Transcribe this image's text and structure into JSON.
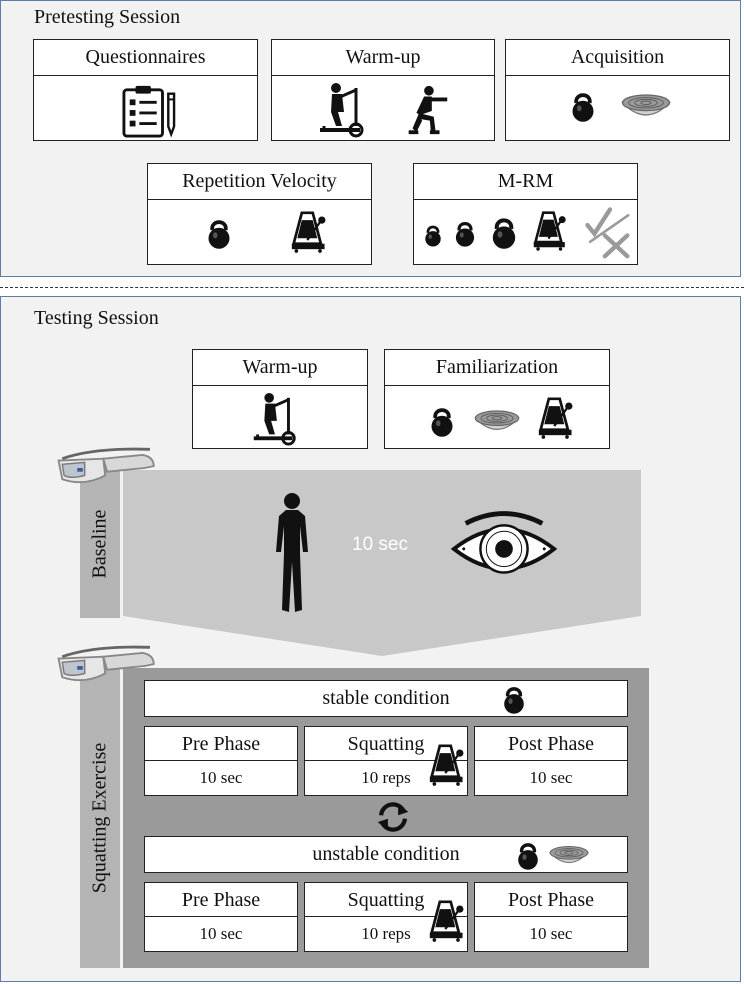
{
  "pretesting": {
    "title": "Pretesting Session",
    "questionnaires": "Questionnaires",
    "warmup": "Warm-up",
    "acquisition": "Acquisition",
    "repetition_velocity": "Repetition Velocity",
    "mrm": "M-RM"
  },
  "testing": {
    "title": "Testing Session",
    "warmup": "Warm-up",
    "familiarization": "Familiarization",
    "baseline_label": "Baseline",
    "baseline_duration": "10 sec",
    "squatting_label": "Squatting Exercise",
    "stable": {
      "title": "stable condition",
      "pre_phase": "Pre Phase",
      "pre_value": "10 sec",
      "squatting": "Squatting",
      "squatting_value": "10 reps",
      "post_phase": "Post Phase",
      "post_value": "10 sec"
    },
    "unstable": {
      "title": "unstable condition",
      "pre_phase": "Pre Phase",
      "pre_value": "10 sec",
      "squatting": "Squatting",
      "squatting_value": "10 reps",
      "post_phase": "Post Phase",
      "post_value": "10 sec"
    }
  },
  "colors": {
    "session_border": "#5b7fa8",
    "session_bg": "#f2f2f2",
    "baseline_band": "#c8c8c8",
    "exercise_band": "#9a9a9a"
  }
}
